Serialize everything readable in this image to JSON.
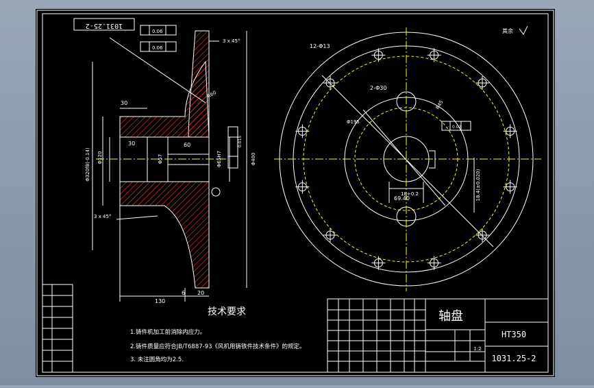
{
  "drawing": {
    "title_block": {
      "part_name": "轴盘",
      "material": "HT350",
      "drawing_number": "1031.25-2",
      "scale_value": "1:2",
      "stamp_number": "1031.25-2"
    },
    "surface_finish_note": "其余",
    "technical_requirements": {
      "heading": "技术要求",
      "items": [
        "1.铸件机加工前消除内应力。",
        "2.铸件质量应符合JB/T6887-93《风机用铸铁件技术条件》的规定。",
        "3. 未注圆角均为2.5."
      ]
    },
    "section_view": {
      "chamfer_top": "3 x 45°",
      "chamfer_bottom": "3 x 45°",
      "dim_30": "30",
      "dim_30b": "30",
      "dim_60": "60",
      "dim_130": "130",
      "dim_6": "6",
      "dim_20": "20",
      "dia_outer": "Φ320f8(-0.14)",
      "dia_120": "Φ120",
      "dia_57": "Φ57",
      "dia_65": "Φ65H7",
      "dia_r60": "R60",
      "dia_400": "Φ400",
      "gdt_a": "0.06",
      "gdt_b": "0.06",
      "gdt_side": "0.015"
    },
    "plan_view": {
      "holes_label": "12-Φ13",
      "holes_label_2": "2-Φ30",
      "pcd_label": "Φ195",
      "radius_label": "R45",
      "gdt_right": "0.02",
      "keyway_width": "18+0.2",
      "keyway_depth": "69.40",
      "rotated_dim": "18.4(±0.020)"
    }
  }
}
